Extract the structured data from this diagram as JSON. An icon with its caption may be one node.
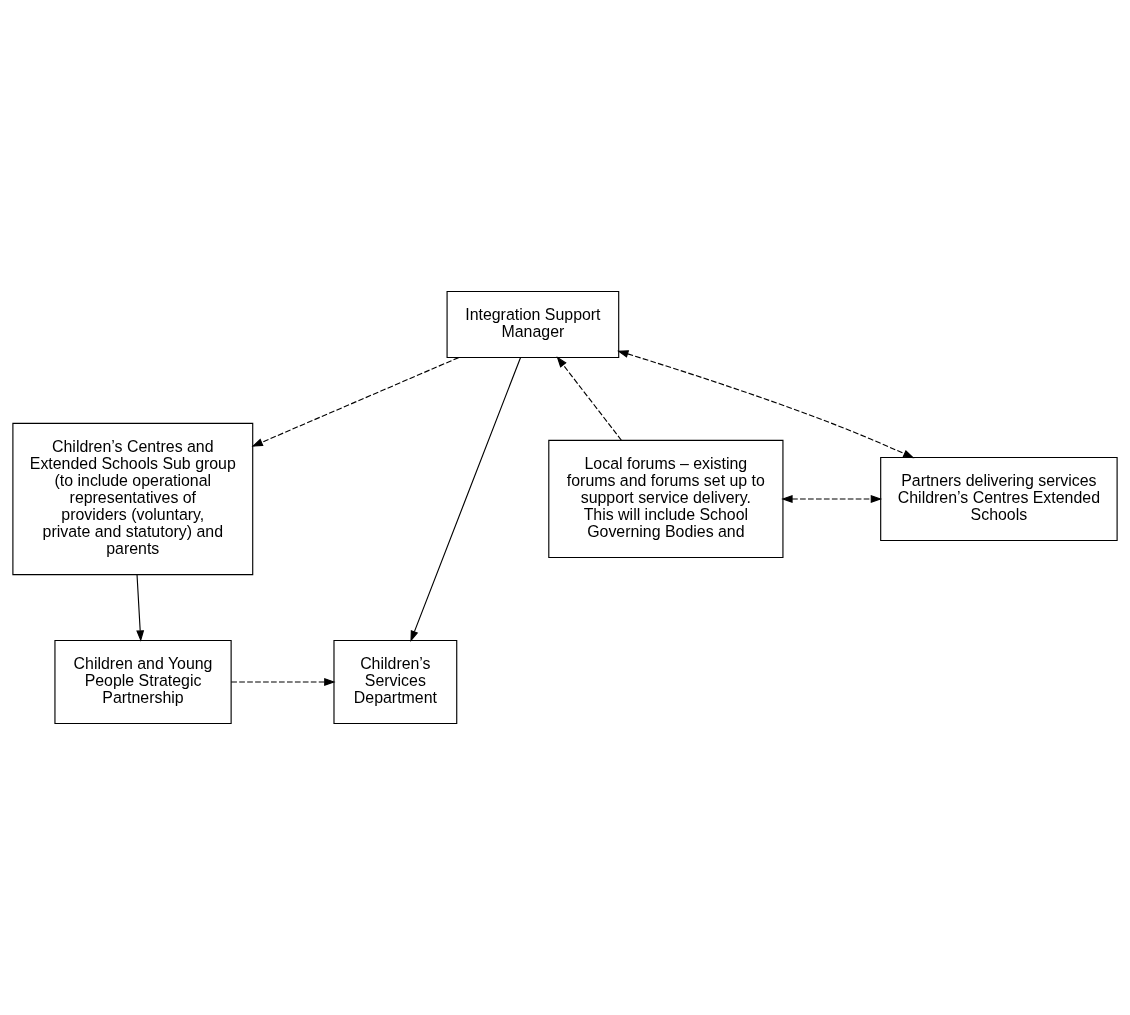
{
  "diagram": {
    "nodes": [
      {
        "text": [
          "Children and Young People Strategic Partnership"
        ]
      },
      {
        "text": [
          "Children’s Services Department"
        ]
      },
      {
        "text": [
          "Children’s Centres and Extended Schools Sub group",
          "(to include operational representatives of providers (voluntary, private and statutory) and parents"
        ]
      },
      {
        "text": [
          "Integration Support Manager"
        ]
      },
      {
        "text": [
          "Local forums – existing forums and forums set up to support service delivery. This will include School Governing Bodies and"
        ]
      },
      {
        "text": [
          "Partners delivering services Children’s Centres Extended Schools"
        ]
      }
    ],
    "edges": [
      {
        "from": 0,
        "to": 1,
        "arrow": "to",
        "style": "dashed"
      },
      {
        "from": 2,
        "to": 0,
        "arrow": "to"
      },
      {
        "from": 3,
        "to": 1,
        "arrow": "to"
      },
      {
        "from": 3,
        "to": 2,
        "arrow": "to",
        "style": "dashed"
      },
      {
        "from": 4,
        "to": 3,
        "arrow": "to",
        "style": "dashed"
      },
      {
        "from": 3,
        "to": 5,
        "arrow": "both",
        "style": "dashed"
      },
      {
        "from": 4,
        "to": 5,
        "arrow": "both",
        "style": "dashed"
      }
    ]
  }
}
